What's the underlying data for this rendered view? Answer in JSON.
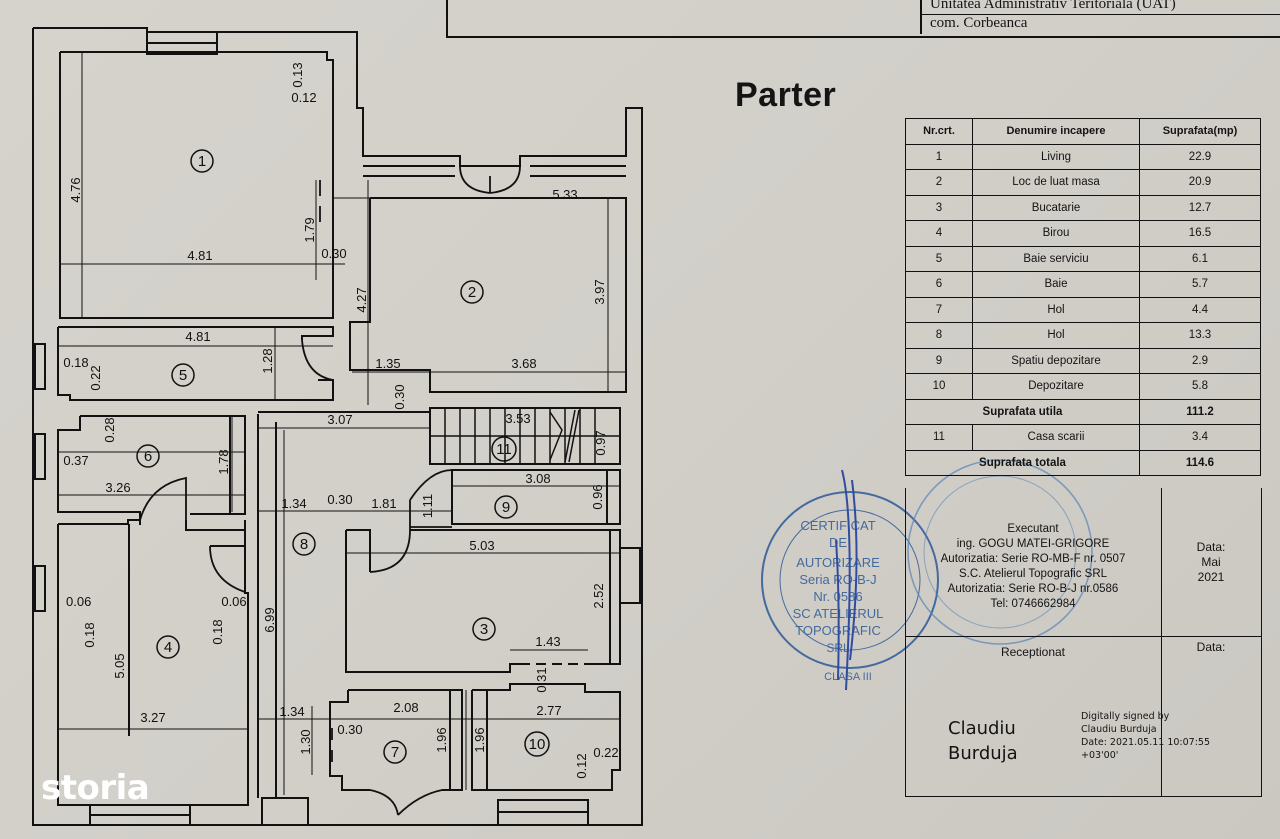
{
  "header": {
    "uat_label": "Unitatea Administrativ Teritoriala (UAT)",
    "uat_value": "com. Corbeanca"
  },
  "title": "Parter",
  "rooms_on_plan": [
    {
      "id": "1"
    },
    {
      "id": "2"
    },
    {
      "id": "3"
    },
    {
      "id": "4"
    },
    {
      "id": "5"
    },
    {
      "id": "6"
    },
    {
      "id": "7"
    },
    {
      "id": "8"
    },
    {
      "id": "9"
    },
    {
      "id": "10"
    },
    {
      "id": "11"
    }
  ],
  "dimensions": {
    "r1_h": "4.76",
    "r1_w": "4.81",
    "r1_a": "0.13",
    "r1_b": "0.12",
    "r1_c": "1.79",
    "r1_d": "0.30",
    "r2_w": "5.33",
    "r2_h": "3.97",
    "r2_left": "4.27",
    "r2_a": "1.35",
    "r2_b": "3.68",
    "r2_c": "0.30",
    "r5_w": "4.81",
    "r5_h": "1.28",
    "r5_a": "0.18",
    "r5_b": "0.22",
    "r6_a": "0.28",
    "r6_b": "0.37",
    "r6_w": "3.26",
    "r6_h": "1.78",
    "r8_top": "3.07",
    "r8_a": "1.34",
    "r8_b": "0.30",
    "r8_c": "1.81",
    "r8_h": "6.99",
    "r11_w": "3.53",
    "r11_h": "0.97",
    "r9_w": "3.08",
    "r9_h": "0.96",
    "r9_door": "1.11",
    "r3_w": "5.03",
    "r3_h": "2.52",
    "r3_a": "1.43",
    "r3_b": "0.31",
    "r4_a": "0.06",
    "r4_b": "0.18",
    "r4_c": "0.06",
    "r4_d": "0.18",
    "r4_h": "5.05",
    "r4_w": "3.27",
    "r7_a": "1.34",
    "r7_b": "2.08",
    "r7_c": "1.30",
    "r7_d": "0.30",
    "r7_h": "1.96",
    "r10_w": "2.77",
    "r10_h": "1.96",
    "r10_a": "0.22",
    "r10_b": "0.12"
  },
  "area_table": {
    "headers": [
      "Nr.crt.",
      "Denumire incapere",
      "Suprafata(mp)"
    ],
    "rows": [
      {
        "nr": "1",
        "name": "Living",
        "area": "22.9"
      },
      {
        "nr": "2",
        "name": "Loc de luat masa",
        "area": "20.9"
      },
      {
        "nr": "3",
        "name": "Bucatarie",
        "area": "12.7"
      },
      {
        "nr": "4",
        "name": "Birou",
        "area": "16.5"
      },
      {
        "nr": "5",
        "name": "Baie serviciu",
        "area": "6.1"
      },
      {
        "nr": "6",
        "name": "Baie",
        "area": "5.7"
      },
      {
        "nr": "7",
        "name": "Hol",
        "area": "4.4"
      },
      {
        "nr": "8",
        "name": "Hol",
        "area": "13.3"
      },
      {
        "nr": "9",
        "name": "Spatiu depozitare",
        "area": "2.9"
      },
      {
        "nr": "10",
        "name": "Depozitare",
        "area": "5.8"
      }
    ],
    "useful_label": "Suprafata utila",
    "useful_value": "111.2",
    "stair_row": {
      "nr": "11",
      "name": "Casa scarii",
      "area": "3.4"
    },
    "total_label": "Suprafata totala",
    "total_value": "114.6"
  },
  "executant": {
    "label": "Executant",
    "name": "ing. GOGU MATEI-GRIGORE",
    "auth1": "Autorizatia: Serie RO-MB-F nr. 0507",
    "company": "S.C. Atelierul Topografic SRL",
    "auth2": "Autorizatia: Serie RO-B-J nr.0586",
    "phone": "Tel: 0746662984",
    "date_label": "Data:",
    "date_month": "Mai",
    "date_year": "2021"
  },
  "receptionat": {
    "label": "Receptionat",
    "date_label": "Data:",
    "signer_first": "Claudiu",
    "signer_last": "Burduja",
    "digital_line1": "Digitally signed by",
    "digital_line2": "Claudiu Burduja",
    "digital_line3": "Date: 2021.05.11 10:07:55",
    "digital_line4": "+03'00'"
  },
  "stamp": {
    "line1": "CERTIFICAT",
    "line2": "DE",
    "line3": "AUTORIZARE",
    "line4": "Seria RO-B-J",
    "line5": "Nr. 0586",
    "line6": "SC ATELIERUL",
    "line7": "TOPOGRAFIC",
    "line8": "SRL",
    "line9": "CLASA III",
    "color": "#35609a"
  },
  "watermark": "storia"
}
